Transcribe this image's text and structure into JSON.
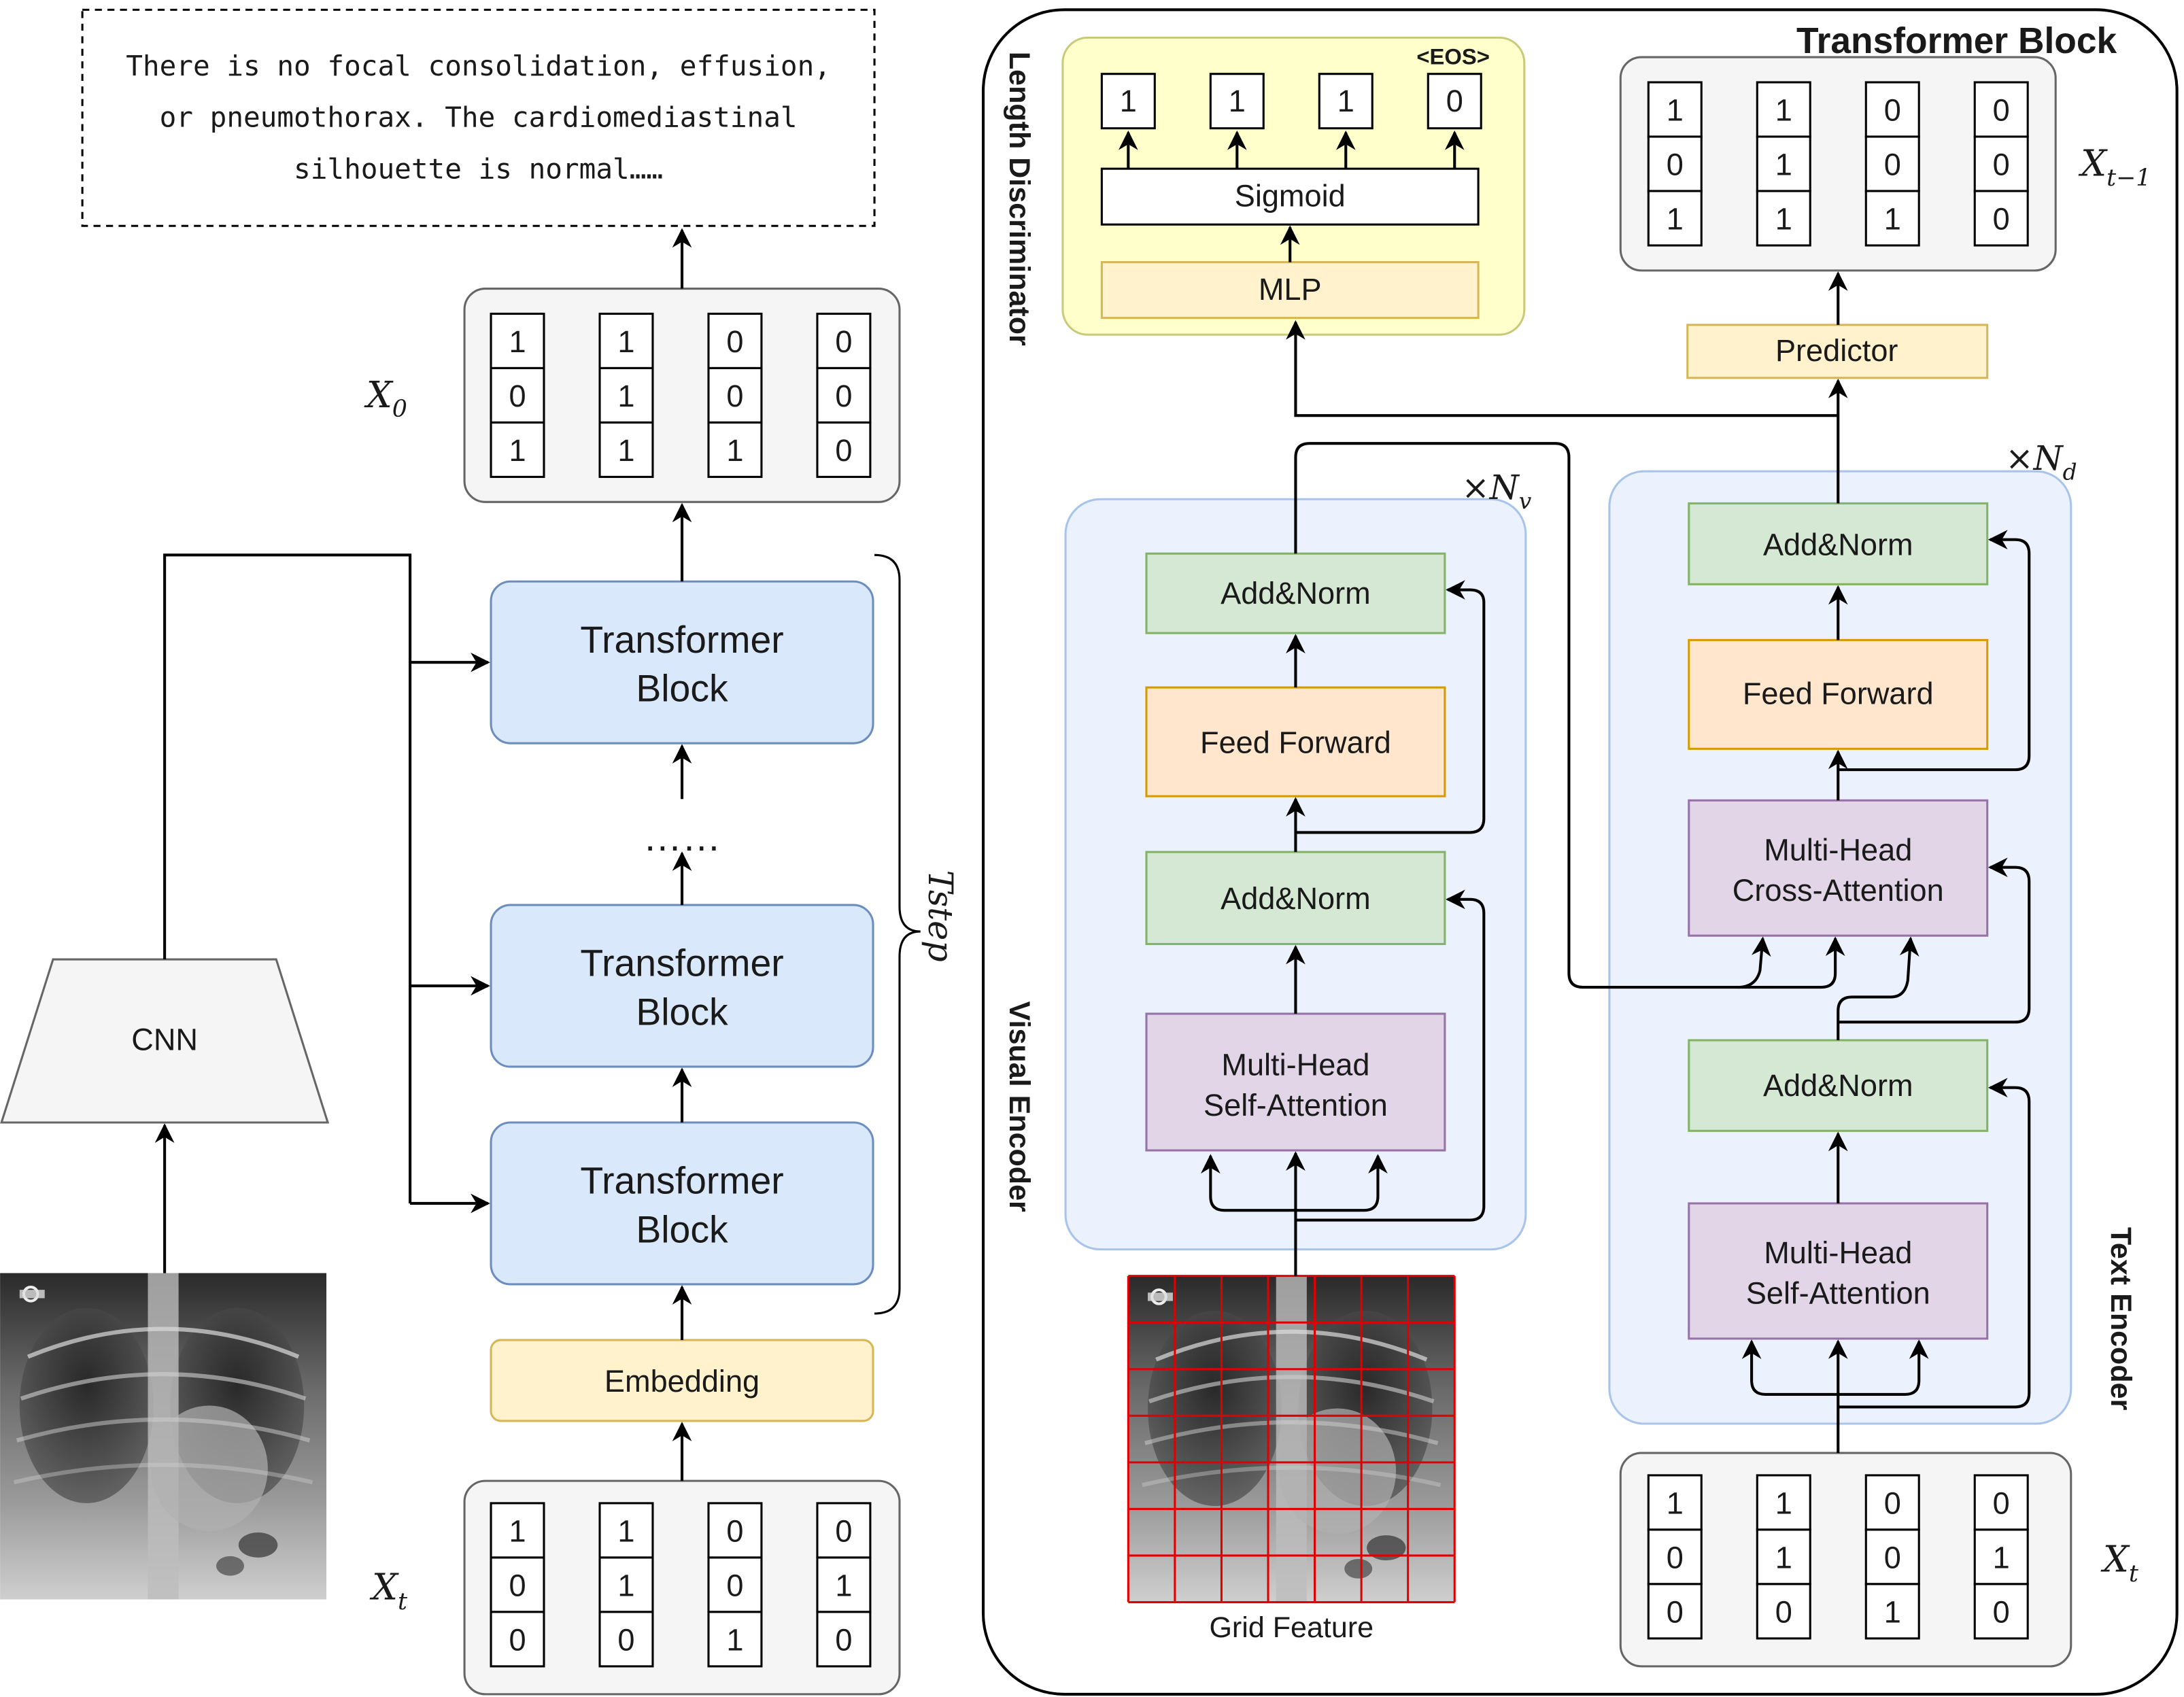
{
  "report_text": [
    "There is no focal consolidation, effusion,",
    "or pneumothorax. The cardiomediastinal",
    "silhouette is normal……"
  ],
  "left": {
    "x0_label": "X",
    "x0_sub": "0",
    "xt_label": "X",
    "xt_sub": "t",
    "x0_matrix": [
      [
        "1",
        "1",
        "0",
        "0"
      ],
      [
        "0",
        "1",
        "0",
        "0"
      ],
      [
        "1",
        "1",
        "1",
        "0"
      ]
    ],
    "xt_matrix": [
      [
        "1",
        "1",
        "0",
        "0"
      ],
      [
        "0",
        "1",
        "0",
        "1"
      ],
      [
        "0",
        "0",
        "1",
        "0"
      ]
    ],
    "transformer_block_line1": "Transformer",
    "transformer_block_line2": "Block",
    "ellipsis": "……",
    "embedding": "Embedding",
    "cnn": "CNN",
    "tstep": "Tstep"
  },
  "right": {
    "title": "Transformer Block",
    "length_discriminator": "Length Discriminator",
    "visual_encoder": "Visual Encoder",
    "text_encoder": "Text Encoder",
    "eos": "<EOS>",
    "ld_outputs": [
      "1",
      "1",
      "1",
      "0"
    ],
    "sigmoid": "Sigmoid",
    "mlp": "MLP",
    "predictor": "Predictor",
    "xt1_label": "X",
    "xt1_sub": "t−1",
    "xt1_matrix": [
      [
        "1",
        "1",
        "0",
        "0"
      ],
      [
        "0",
        "1",
        "0",
        "0"
      ],
      [
        "1",
        "1",
        "1",
        "0"
      ]
    ],
    "nv_label": "×N",
    "nv_sub": "v",
    "nd_label": "×N",
    "nd_sub": "d",
    "add_norm": "Add&Norm",
    "feed_forward": "Feed Forward",
    "mh_line1": "Multi-Head",
    "self_attention": "Self-Attention",
    "cross_attention": "Cross-Attention",
    "grid_feature": "Grid Feature",
    "xt_label": "X",
    "xt_sub": "t",
    "xt_matrix": [
      [
        "1",
        "1",
        "0",
        "0"
      ],
      [
        "0",
        "1",
        "0",
        "1"
      ],
      [
        "0",
        "0",
        "1",
        "0"
      ]
    ]
  },
  "colors": {
    "blue_fill": "#dae8fc",
    "blue_stroke": "#6c8ebf",
    "yellow_fill": "#fff2cc",
    "yellow_stroke": "#d6b656",
    "green_fill": "#d5e8d4",
    "green_stroke": "#82b366",
    "orange_fill": "#ffe6cc",
    "orange_stroke": "#d79b00",
    "purple_fill": "#e1d5e7",
    "purple_stroke": "#9673a6",
    "grey_fill": "#f5f5f5",
    "grid_red": "#e00000"
  }
}
